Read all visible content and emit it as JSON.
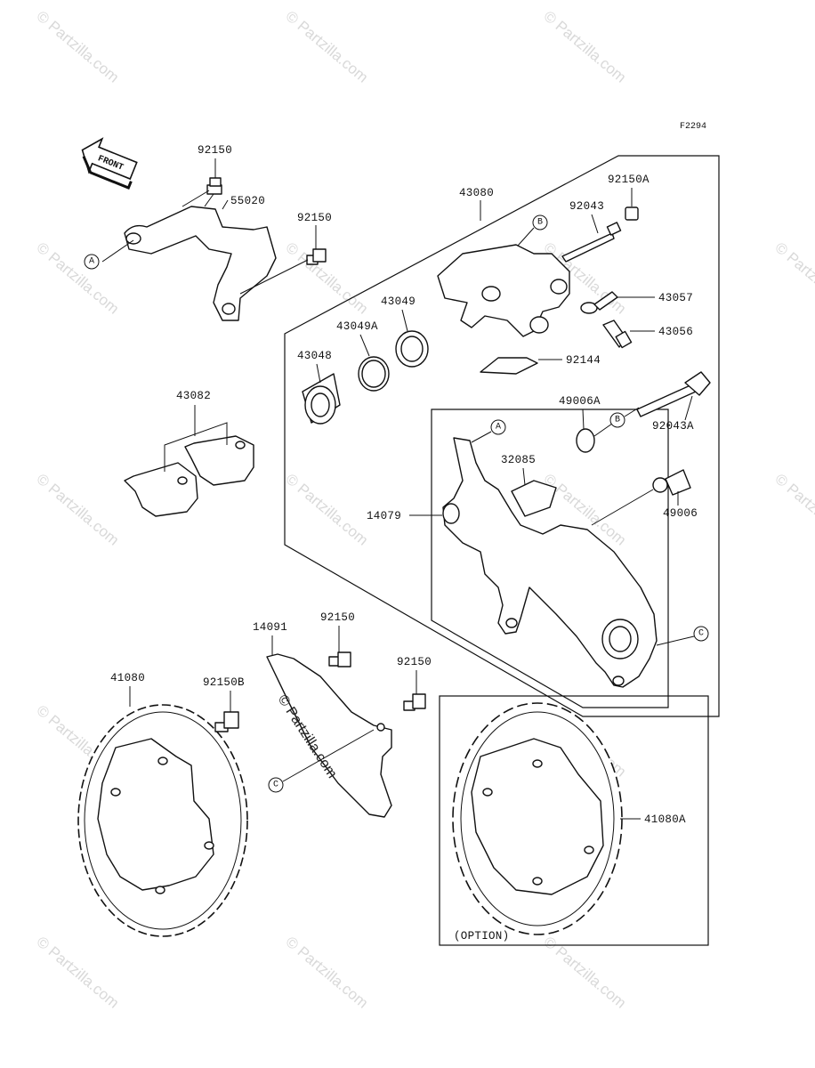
{
  "figure_code": "F2294",
  "front_label": "FRONT",
  "option_label": "(OPTION)",
  "watermark": "© Partzilla.com",
  "callouts": [
    "A",
    "B",
    "C"
  ],
  "parts": {
    "p92150_top": "92150",
    "p55020": "55020",
    "p92150_mid": "92150",
    "p43080": "43080",
    "p92150A": "92150A",
    "p92043": "92043",
    "p43057": "43057",
    "p43056": "43056",
    "p43049": "43049",
    "p43049A": "43049A",
    "p43048": "43048",
    "p92144": "92144",
    "p43082": "43082",
    "p49006A": "49006A",
    "p92043A": "92043A",
    "p32085": "32085",
    "p14079": "14079",
    "p49006": "49006",
    "p14091": "14091",
    "p92150_guard": "92150",
    "p92150_guard2": "92150",
    "p41080": "41080",
    "p92150B": "92150B",
    "p41080A": "41080A"
  }
}
